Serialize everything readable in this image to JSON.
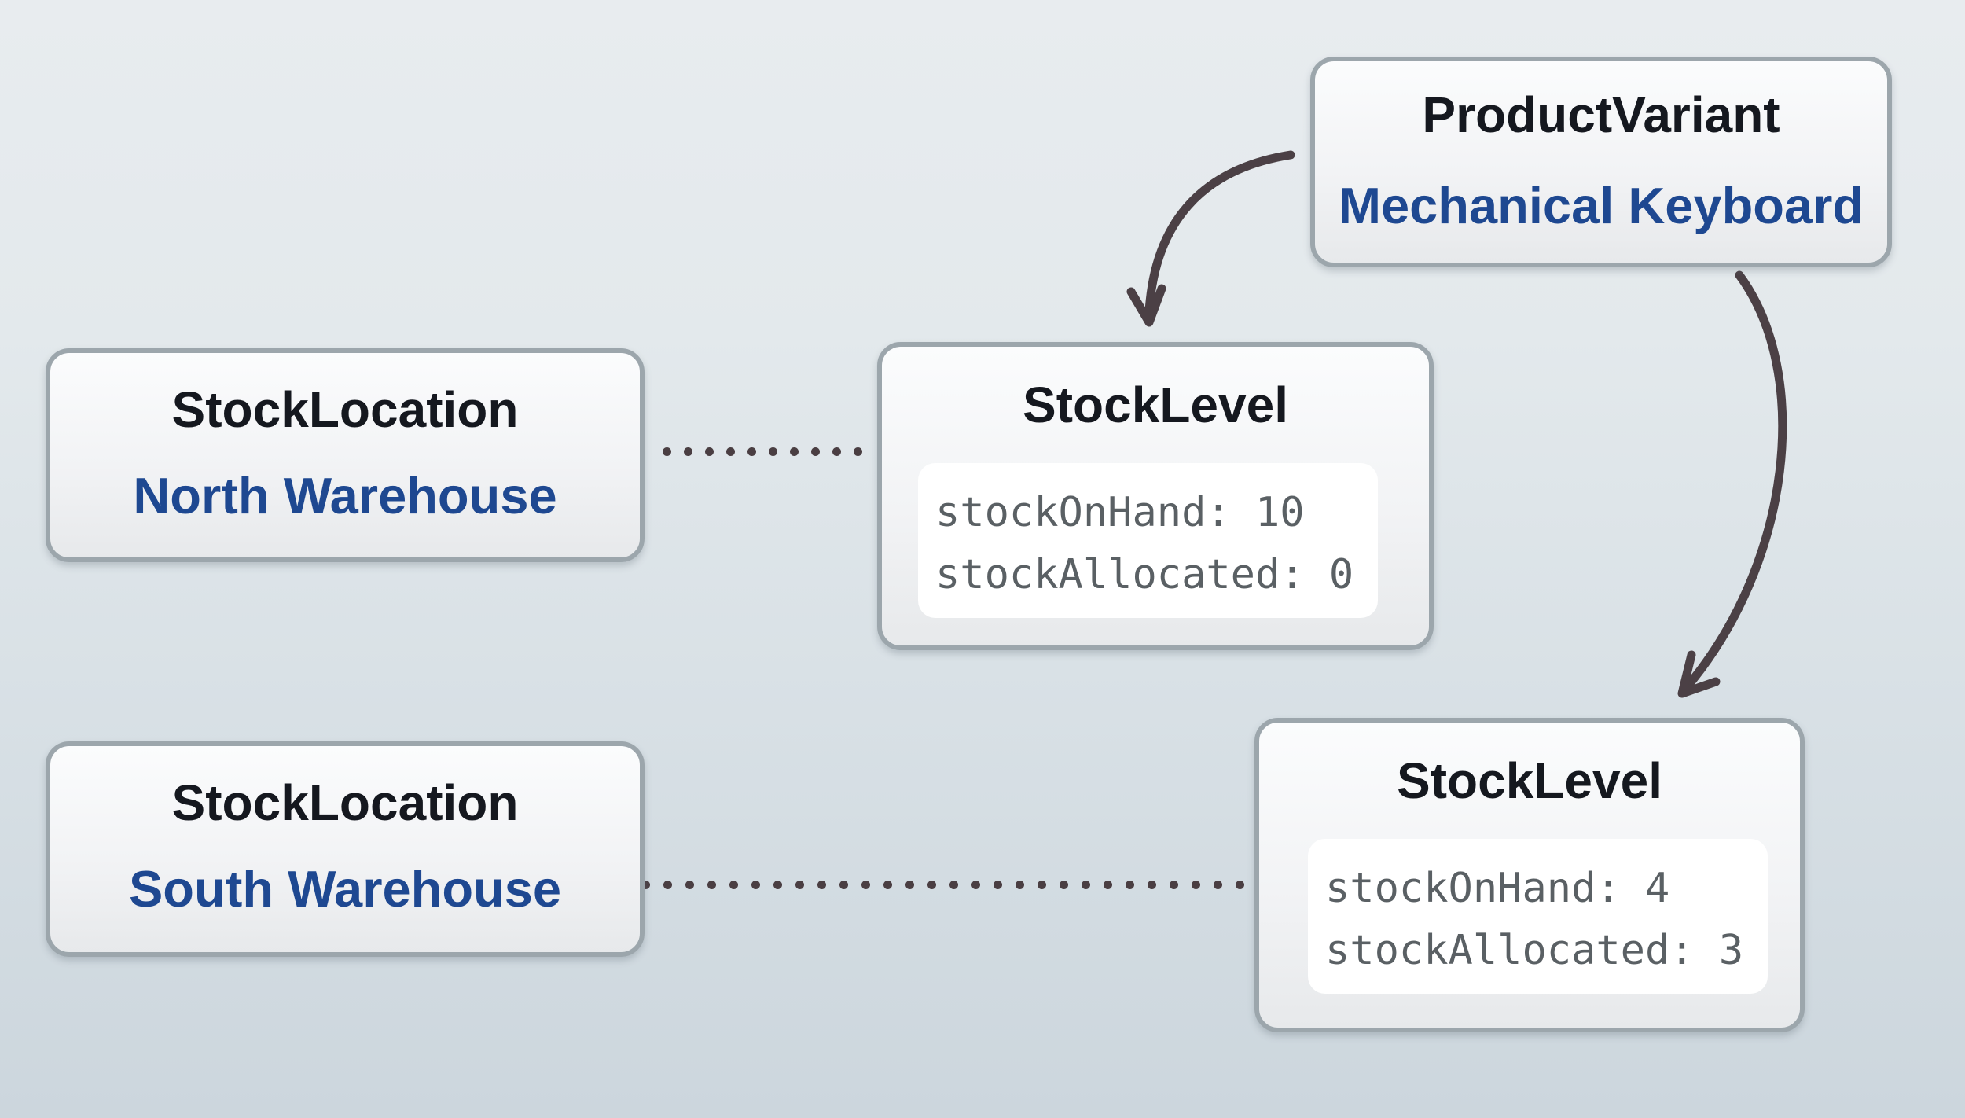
{
  "palette": {
    "background_top": "#e8ecef",
    "background_bottom": "#ccd6dd",
    "card_border": "#9ca6ac",
    "card_background": "#f2f3f5",
    "panel_background": "#ffffff",
    "title_text": "#15181f",
    "accent_blue": "#1e4891",
    "mono_text": "#5a6064",
    "arrow": "#4b4045"
  },
  "nodes": {
    "productVariant": {
      "type": "ProductVariant",
      "name": "Mechanical Keyboard"
    },
    "stockLocationNorth": {
      "type": "StockLocation",
      "name": "North Warehouse"
    },
    "stockLocationSouth": {
      "type": "StockLocation",
      "name": "South Warehouse"
    },
    "stockLevelNorth": {
      "type": "StockLevel",
      "fields": [
        {
          "name": "stockOnHand",
          "value": 10,
          "text": "stockOnHand: 10"
        },
        {
          "name": "stockAllocated",
          "value": 0,
          "text": "stockAllocated: 0"
        }
      ]
    },
    "stockLevelSouth": {
      "type": "StockLevel",
      "fields": [
        {
          "name": "stockOnHand",
          "value": 4,
          "text": "stockOnHand: 4"
        },
        {
          "name": "stockAllocated",
          "value": 3,
          "text": "stockAllocated: 3"
        }
      ]
    }
  },
  "relations": {
    "pvToNorthLevel": {
      "from": "ProductVariant",
      "to": "StockLevel (top)",
      "style": "curved-arrow"
    },
    "pvToSouthLevel": {
      "from": "ProductVariant",
      "to": "StockLevel (bottom)",
      "style": "curved-arrow"
    },
    "northLocationToLevel": {
      "from": "StockLocation North Warehouse",
      "to": "StockLevel (top)",
      "style": "dotted-line",
      "dots": 10
    },
    "southLocationToLevel": {
      "from": "StockLocation South Warehouse",
      "to": "StockLevel (bottom)",
      "style": "dotted-line",
      "dots": 28
    }
  }
}
